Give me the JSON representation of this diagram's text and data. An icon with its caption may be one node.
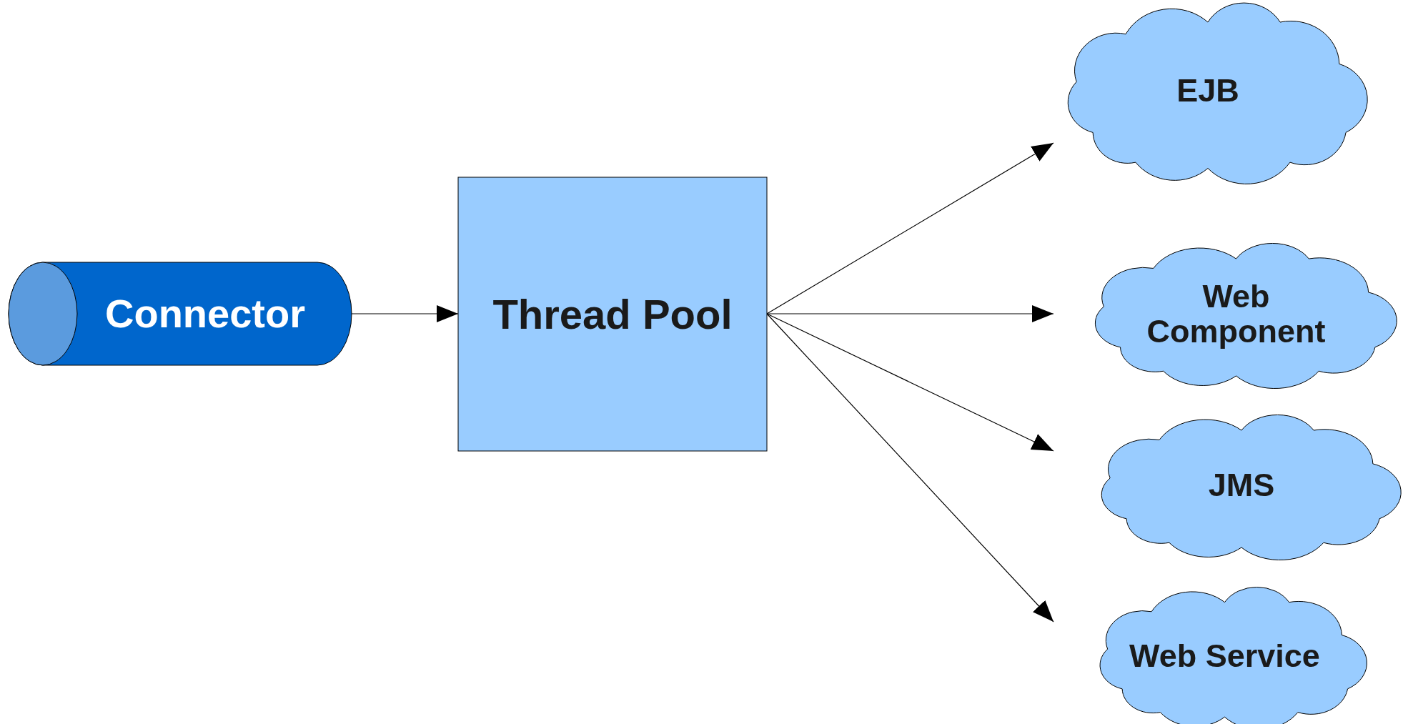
{
  "diagram": {
    "nodes": [
      {
        "text": [
          "Connector"
        ]
      },
      {
        "text": [
          "Thread Pool"
        ]
      },
      {
        "text": [
          "EJB"
        ]
      },
      {
        "text": [
          "Web Component"
        ]
      },
      {
        "text": [
          "JMS"
        ]
      },
      {
        "text": [
          "Web Service"
        ]
      }
    ],
    "edges": [
      {
        "from": 0,
        "to": 1,
        "arrow": "to"
      },
      {
        "from": 1,
        "to": 2,
        "arrow": "to"
      },
      {
        "from": 1,
        "to": 3,
        "arrow": "to"
      },
      {
        "from": 1,
        "to": 4,
        "arrow": "to"
      },
      {
        "from": 1,
        "to": 5,
        "arrow": "to"
      }
    ]
  }
}
